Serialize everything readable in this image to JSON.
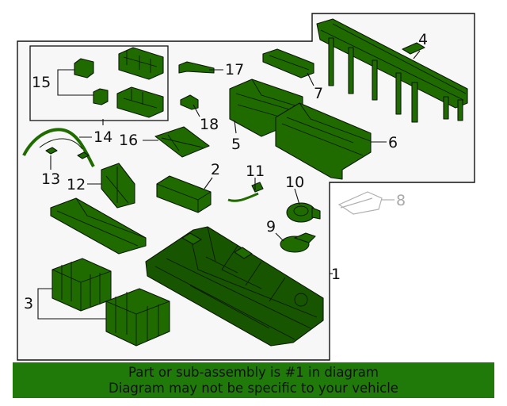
{
  "callouts": {
    "c1": "1",
    "c2": "2",
    "c3": "3",
    "c4": "4",
    "c5": "5",
    "c6": "6",
    "c7": "7",
    "c8": "8",
    "c9": "9",
    "c10": "10",
    "c11": "11",
    "c12": "12",
    "c13": "13",
    "c14": "14",
    "c15": "15",
    "c16": "16",
    "c17": "17",
    "c18": "18"
  },
  "colors": {
    "part_fill": "#1f6b00",
    "highlight_banner": "#1f7a0a",
    "inactive_callout": "#a8a8a8"
  },
  "notice": {
    "line1": "Part or sub-assembly is #1 in diagram",
    "line2": "Diagram may not be specific to your vehicle"
  }
}
